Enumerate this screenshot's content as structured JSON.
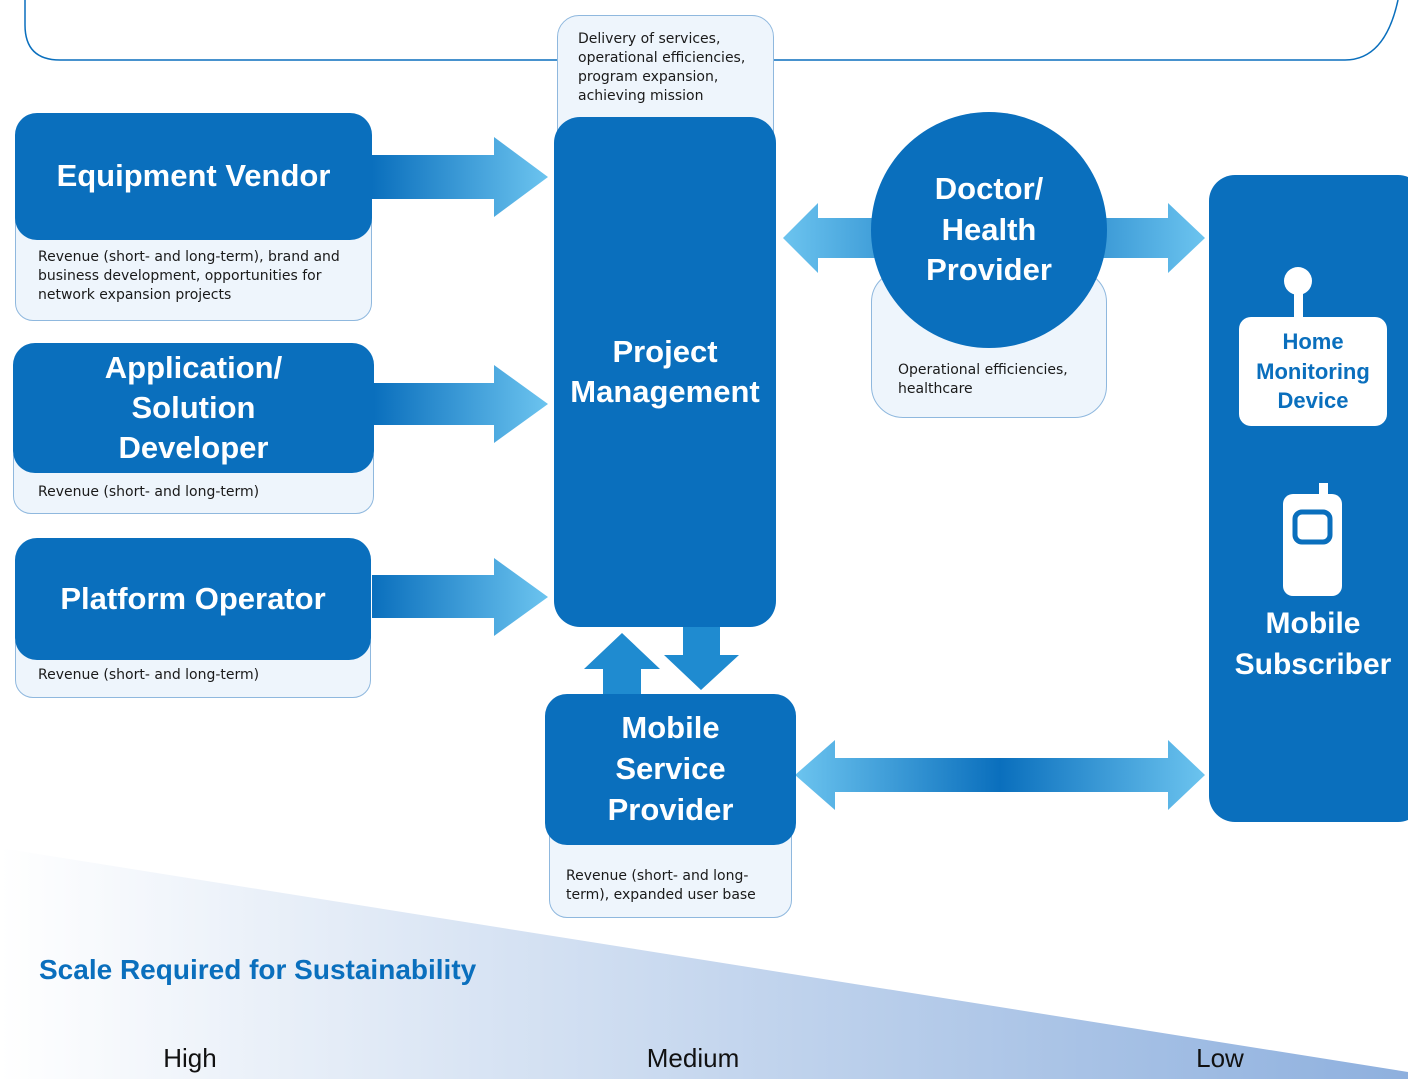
{
  "nodes": {
    "equipment_vendor": "Equipment Vendor",
    "app_developer": "Application/ Solution Developer",
    "platform_operator": "Platform Operator",
    "project_management": "Project Management",
    "doctor": "Doctor/ Health Provider",
    "mobile_service_provider": "Mobile Service Provider",
    "home_monitoring": "Home Monitoring Device",
    "mobile_subscriber": "Mobile Subscriber"
  },
  "notes": {
    "project_management": "Delivery of services, operational efficiencies, program expansion, achieving mission",
    "equipment_vendor": "Revenue (short- and long-term), brand and business development, opportunities for network expansion projects",
    "app_developer": "Revenue (short- and long-term)",
    "platform_operator": "Revenue (short- and long-term)",
    "doctor": "Operational efficiencies, healthcare",
    "mobile_service_provider": "Revenue (short- and long-term), expanded user base"
  },
  "scale": {
    "title": "Scale Required for Sustainability",
    "high": "High",
    "medium": "Medium",
    "low": "Low"
  },
  "colors": {
    "primary_blue": "#0a6fbd",
    "light_blue": "#6cc4ef",
    "note_fill": "#eef5fc",
    "scale_title": "#0a6fbd"
  }
}
